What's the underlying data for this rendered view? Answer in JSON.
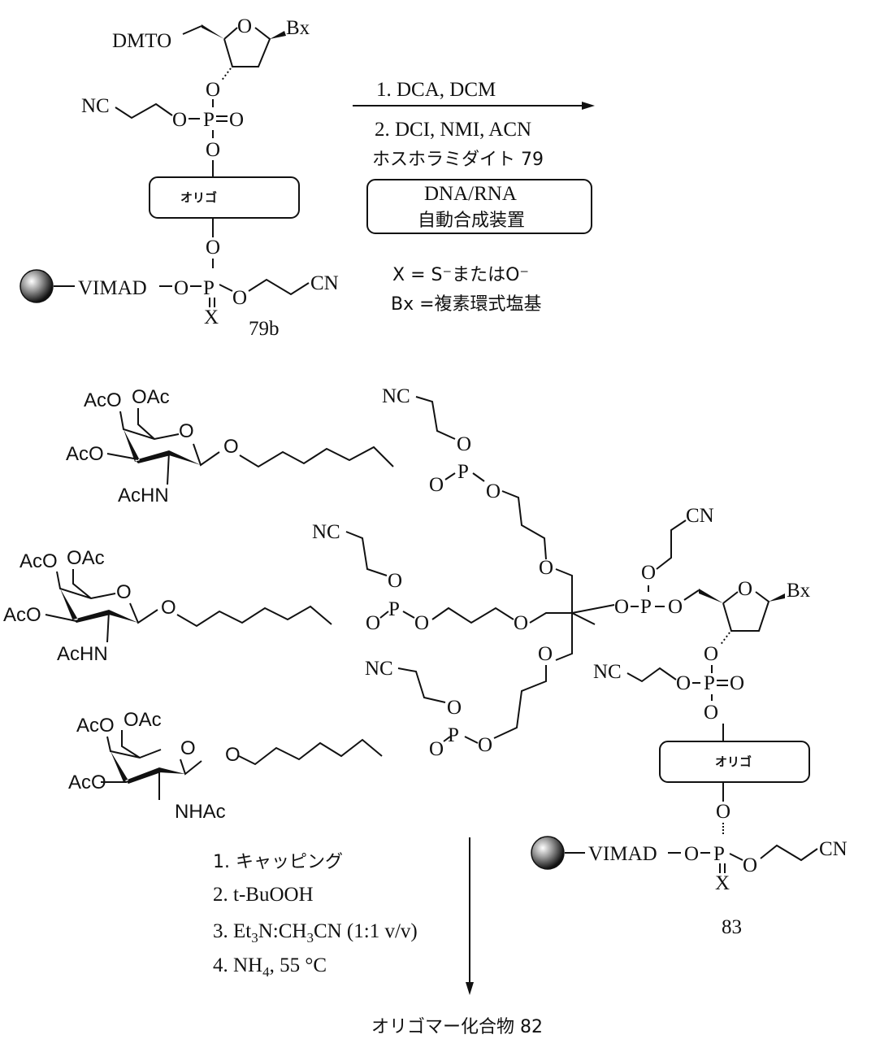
{
  "top_reactant": {
    "label": "79b",
    "dmt": "DMTO",
    "ring_o": "O",
    "base": "Bx",
    "o3": "O",
    "nc": "NC",
    "p_o_left": "O",
    "p": "P",
    "p_double_o": "O",
    "o5": "O",
    "oligo_box": "オリゴ",
    "o_lower": "O",
    "support": "VIMAD",
    "o_support": "O",
    "p_lower": "P",
    "o_cn": "O",
    "cn": "CN",
    "x": "X"
  },
  "reaction_conditions_1": {
    "step1": "1. DCA, DCM",
    "step2": "2. DCI, NMI, ACN",
    "reagent": "ホスホラミダイト 79",
    "instrument_line1": "DNA/RNA",
    "instrument_line2": "自動合成装置",
    "definition_x": "X = S⁻またはO⁻",
    "definition_bx": "Bx =複素環式塩基"
  },
  "product_83": {
    "label": "83",
    "sugar_groups": [
      {
        "aco_top": "AcO",
        "oac": "OAc",
        "aco_left": "AcO",
        "amide": "AcHN",
        "ring_o": "O",
        "glyco_o": "O"
      },
      {
        "aco_top": "AcO",
        "oac": "OAc",
        "aco_left": "AcO",
        "amide": "AcHN",
        "ring_o": "O",
        "glyco_o": "O"
      },
      {
        "aco_top": "AcO",
        "oac": "OAc",
        "aco_left": "AcO",
        "amide": "NHAc",
        "ring_o": "O",
        "glyco_o": "O"
      }
    ],
    "nc": "NC",
    "cn": "CN",
    "o": "O",
    "p": "P",
    "base": "Bx",
    "oligo_box": "オリゴ",
    "support": "VIMAD",
    "x": "X"
  },
  "reaction_conditions_2": {
    "step1": "1. キャッピング",
    "step2": "2.  t-BuOOH",
    "step3_prefix": "3.  Et",
    "step3_sub1": "3",
    "step3_mid": "N:CH",
    "step3_sub2": "3",
    "step3_suffix": "CN (1:1 v/v)",
    "step4_prefix": "4.  NH",
    "step4_sub": "4",
    "step4_suffix": ", 55 °C"
  },
  "final_product": {
    "label": "オリゴマー化合物 82"
  }
}
